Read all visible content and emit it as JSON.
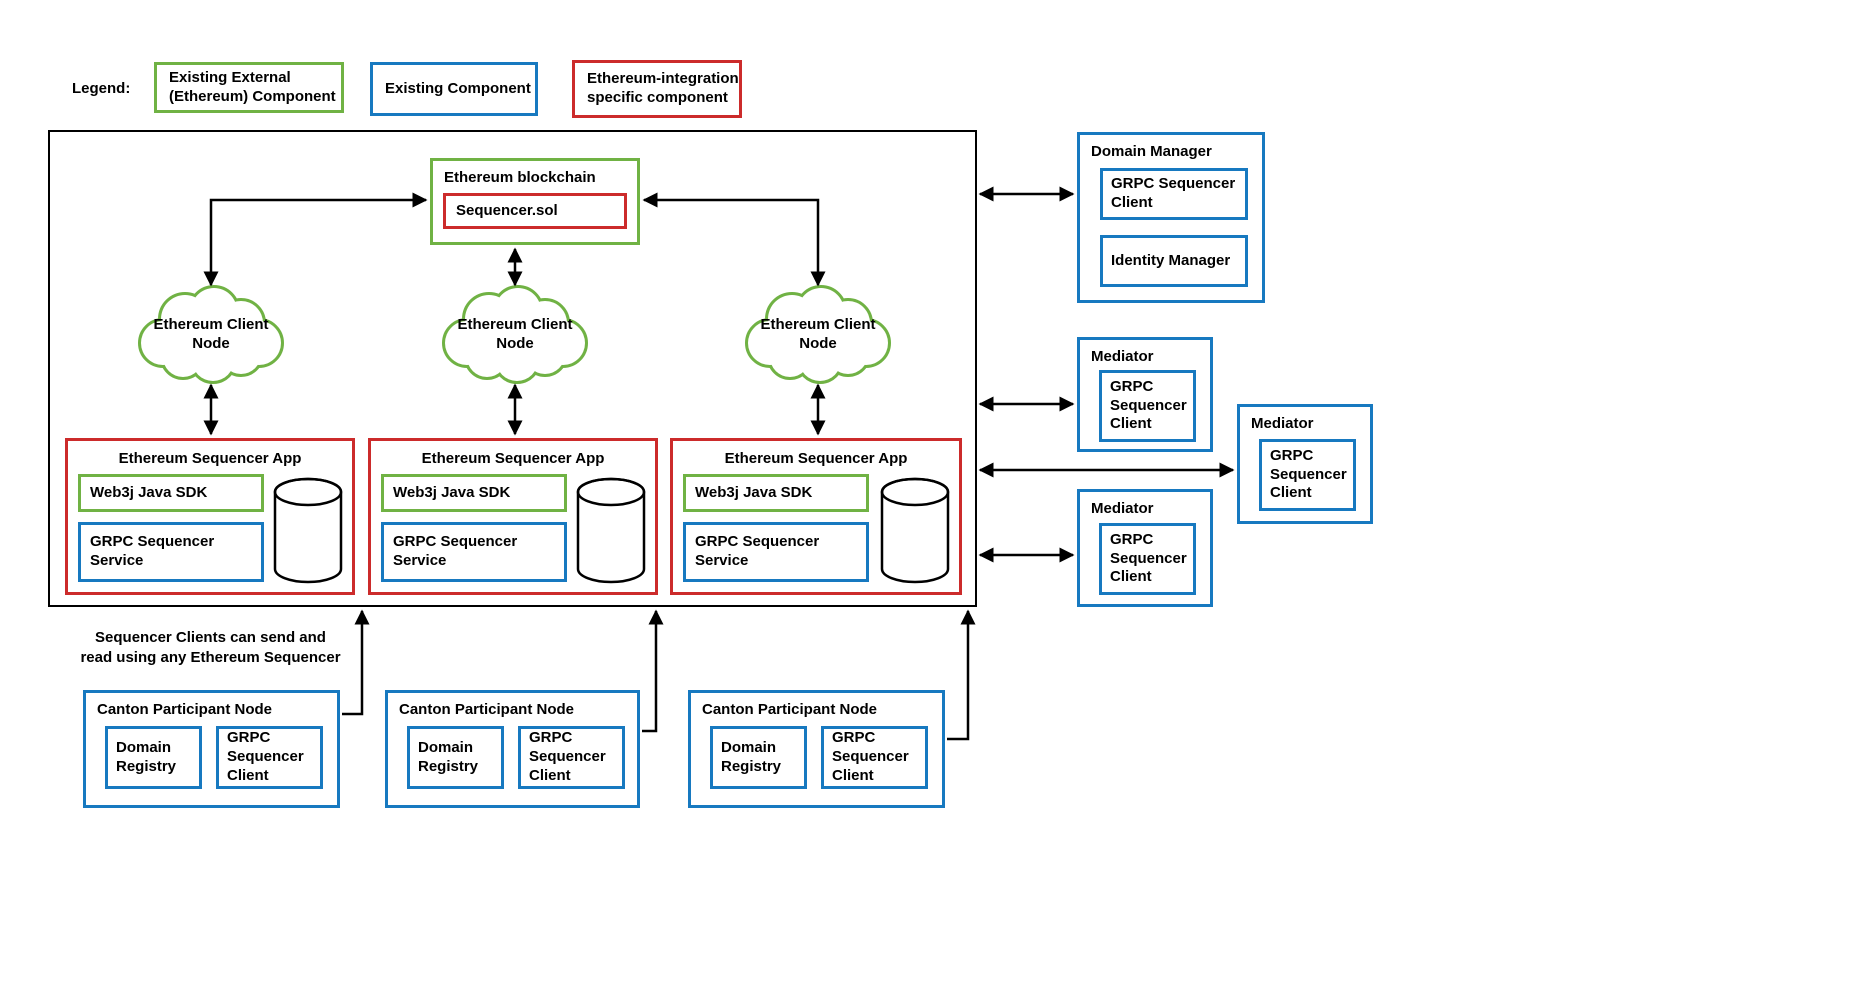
{
  "colors": {
    "green": "#70b244",
    "blue": "#1779c0",
    "red": "#cc2b2b",
    "black": "#000000"
  },
  "legend": {
    "label": "Legend:",
    "items": [
      {
        "text": "Existing External\n(Ethereum) Component",
        "type": "existing-external-ethereum-component"
      },
      {
        "text": "Existing Component",
        "type": "existing-component"
      },
      {
        "text": "Ethereum-integration\nspecific component",
        "type": "ethereum-integration-specific-component"
      }
    ]
  },
  "blockchain": {
    "title": "Ethereum blockchain",
    "contract": "Sequencer.sol"
  },
  "client_nodes": [
    {
      "label": "Ethereum Client\nNode"
    },
    {
      "label": "Ethereum Client\nNode"
    },
    {
      "label": "Ethereum Client\nNode"
    }
  ],
  "sequencer_apps": [
    {
      "title": "Ethereum Sequencer App",
      "sdk": "Web3j Java SDK",
      "service": "GRPC Sequencer\nService"
    },
    {
      "title": "Ethereum Sequencer App",
      "sdk": "Web3j Java SDK",
      "service": "GRPC Sequencer\nService"
    },
    {
      "title": "Ethereum Sequencer App",
      "sdk": "Web3j Java SDK",
      "service": "GRPC Sequencer\nService"
    }
  ],
  "domain_manager": {
    "title": "Domain Manager",
    "sequencer_client": "GRPC Sequencer\nClient",
    "identity_manager": "Identity Manager"
  },
  "mediators": [
    {
      "title": "Mediator",
      "client": "GRPC\nSequencer\nClient"
    },
    {
      "title": "Mediator",
      "client": "GRPC\nSequencer\nClient"
    },
    {
      "title": "Mediator",
      "client": "GRPC\nSequencer\nClient"
    }
  ],
  "note": "Sequencer Clients can send and\nread using any Ethereum Sequencer",
  "participant_nodes": [
    {
      "title": "Canton Participant Node",
      "registry": "Domain\nRegistry",
      "client": "GRPC\nSequencer\nClient"
    },
    {
      "title": "Canton Participant Node",
      "registry": "Domain\nRegistry",
      "client": "GRPC\nSequencer\nClient"
    },
    {
      "title": "Canton Participant Node",
      "registry": "Domain\nRegistry",
      "client": "GRPC\nSequencer\nClient"
    }
  ]
}
